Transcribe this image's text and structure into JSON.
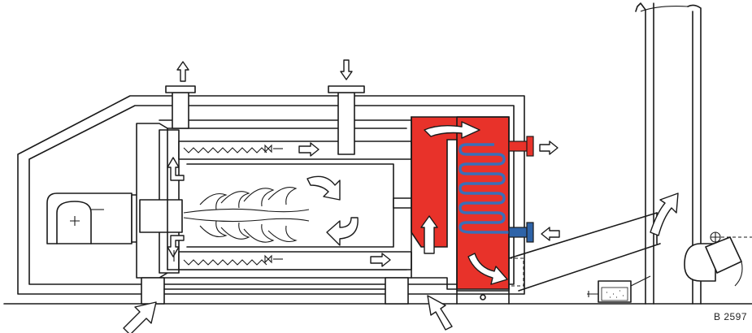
{
  "figure": {
    "reference_code": "B 2597"
  },
  "colors": {
    "hot_gas": "#e8322a",
    "hot_water_outlet": "#e8322a",
    "cold_water_inlet": "#2e63a8",
    "coil": "#3a6fb8",
    "outline": "#1a1a1a",
    "background": "#ffffff"
  },
  "icons": {
    "flow_arrow": "outline-arrow",
    "curved_flow_arrow": "curved-outline-arrow",
    "valve": "bowtie-valve-icon",
    "burner": "burner-housing-icon",
    "flame": "flame-icon",
    "damper": "flue-damper-icon"
  }
}
